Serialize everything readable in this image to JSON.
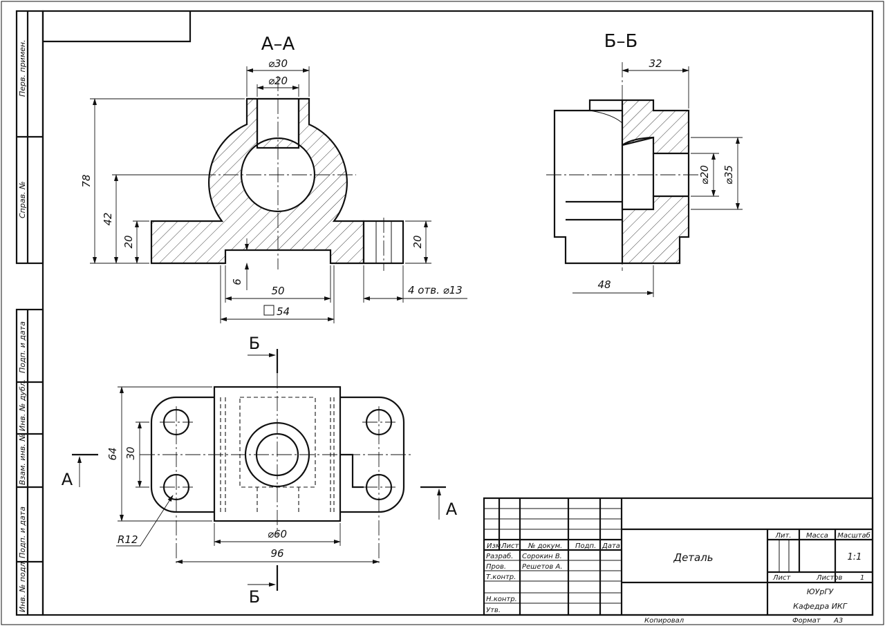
{
  "views": {
    "section_aa": {
      "title": "А–А",
      "dims": {
        "d30": "⌀30",
        "d20": "⌀20",
        "h78": "78",
        "h42": "42",
        "h20l": "20",
        "h20r": "20",
        "h6": "6",
        "w50": "50",
        "sq54": "54",
        "holes": "4 отв. ⌀13"
      }
    },
    "section_bb": {
      "title": "Б–Б",
      "dims": {
        "w32": "32",
        "w48": "48",
        "d20": "⌀20",
        "d35": "⌀35"
      }
    },
    "plan": {
      "dims": {
        "h64": "64",
        "h30": "30",
        "r12": "R12",
        "d60": "⌀60",
        "w96": "96"
      },
      "cut_labels": {
        "a_left": "А",
        "a_right": "А",
        "b_top": "Б",
        "b_bottom": "Б"
      }
    }
  },
  "side_strip": [
    "Перв. примен.",
    "Справ. №",
    "Подп. и дата",
    "Инв. № дубл.",
    "Взам. инв. №",
    "Подп. и дата",
    "Инв. № подл."
  ],
  "title_block": {
    "headers": {
      "izm": "Изм.",
      "list": "Лист",
      "doc": "№ докум.",
      "podp": "Подп.",
      "data": "Дата"
    },
    "rows": [
      {
        "role": "Разраб.",
        "name": "Сорокин В."
      },
      {
        "role": "Пров.",
        "name": "Решетов А."
      },
      {
        "role": "Т.контр.",
        "name": ""
      },
      {
        "role": "Н.контр.",
        "name": ""
      },
      {
        "role": "Утв.",
        "name": ""
      }
    ],
    "part_name": "Деталь",
    "lit": "Лит.",
    "massa": "Масса",
    "masshtab": "Масштаб",
    "scale": "1:1",
    "sheet_label": "Лист",
    "sheets_label": "Листов",
    "sheets": "1",
    "org1": "ЮУрГУ",
    "org2": "Кафедра ИКГ",
    "copied": "Копировал",
    "format_label": "Формат",
    "format": "А3"
  }
}
